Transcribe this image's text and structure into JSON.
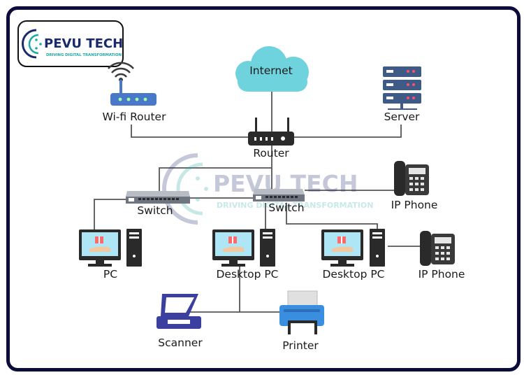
{
  "brand": {
    "name": "PEVU TECH",
    "tagline": "DRIVING DIGITAL TRANSFORMATION"
  },
  "watermark": {
    "name": "PEVU TECH",
    "tagline": "DRIVING DIGITAL TRANSFORMATION"
  },
  "nodes": {
    "internet": "Internet",
    "wifi_router": "Wi-fi Router",
    "server": "Server",
    "router": "Router",
    "switch_left": "Switch",
    "switch_right": "Switch",
    "ip_phone_top": "IP Phone",
    "pc": "PC",
    "desktop_pc_center": "Desktop PC",
    "desktop_pc_right": "Desktop PC",
    "ip_phone_bottom": "IP Phone",
    "scanner": "Scanner",
    "printer": "Printer"
  },
  "colors": {
    "frame": "#0c0c3c",
    "cloud": "#6ed3dc",
    "device_dark": "#2a2a2a",
    "screen": "#aee6f5",
    "switch_gray": "#8a8f9a",
    "server_blue": "#3d5b86",
    "router_blue": "#4a78c9",
    "printer_blue": "#3a8ee0",
    "scanner_purple": "#3b3fa0",
    "logo_teal": "#1fa9a5",
    "logo_navy": "#1a2a6c"
  }
}
